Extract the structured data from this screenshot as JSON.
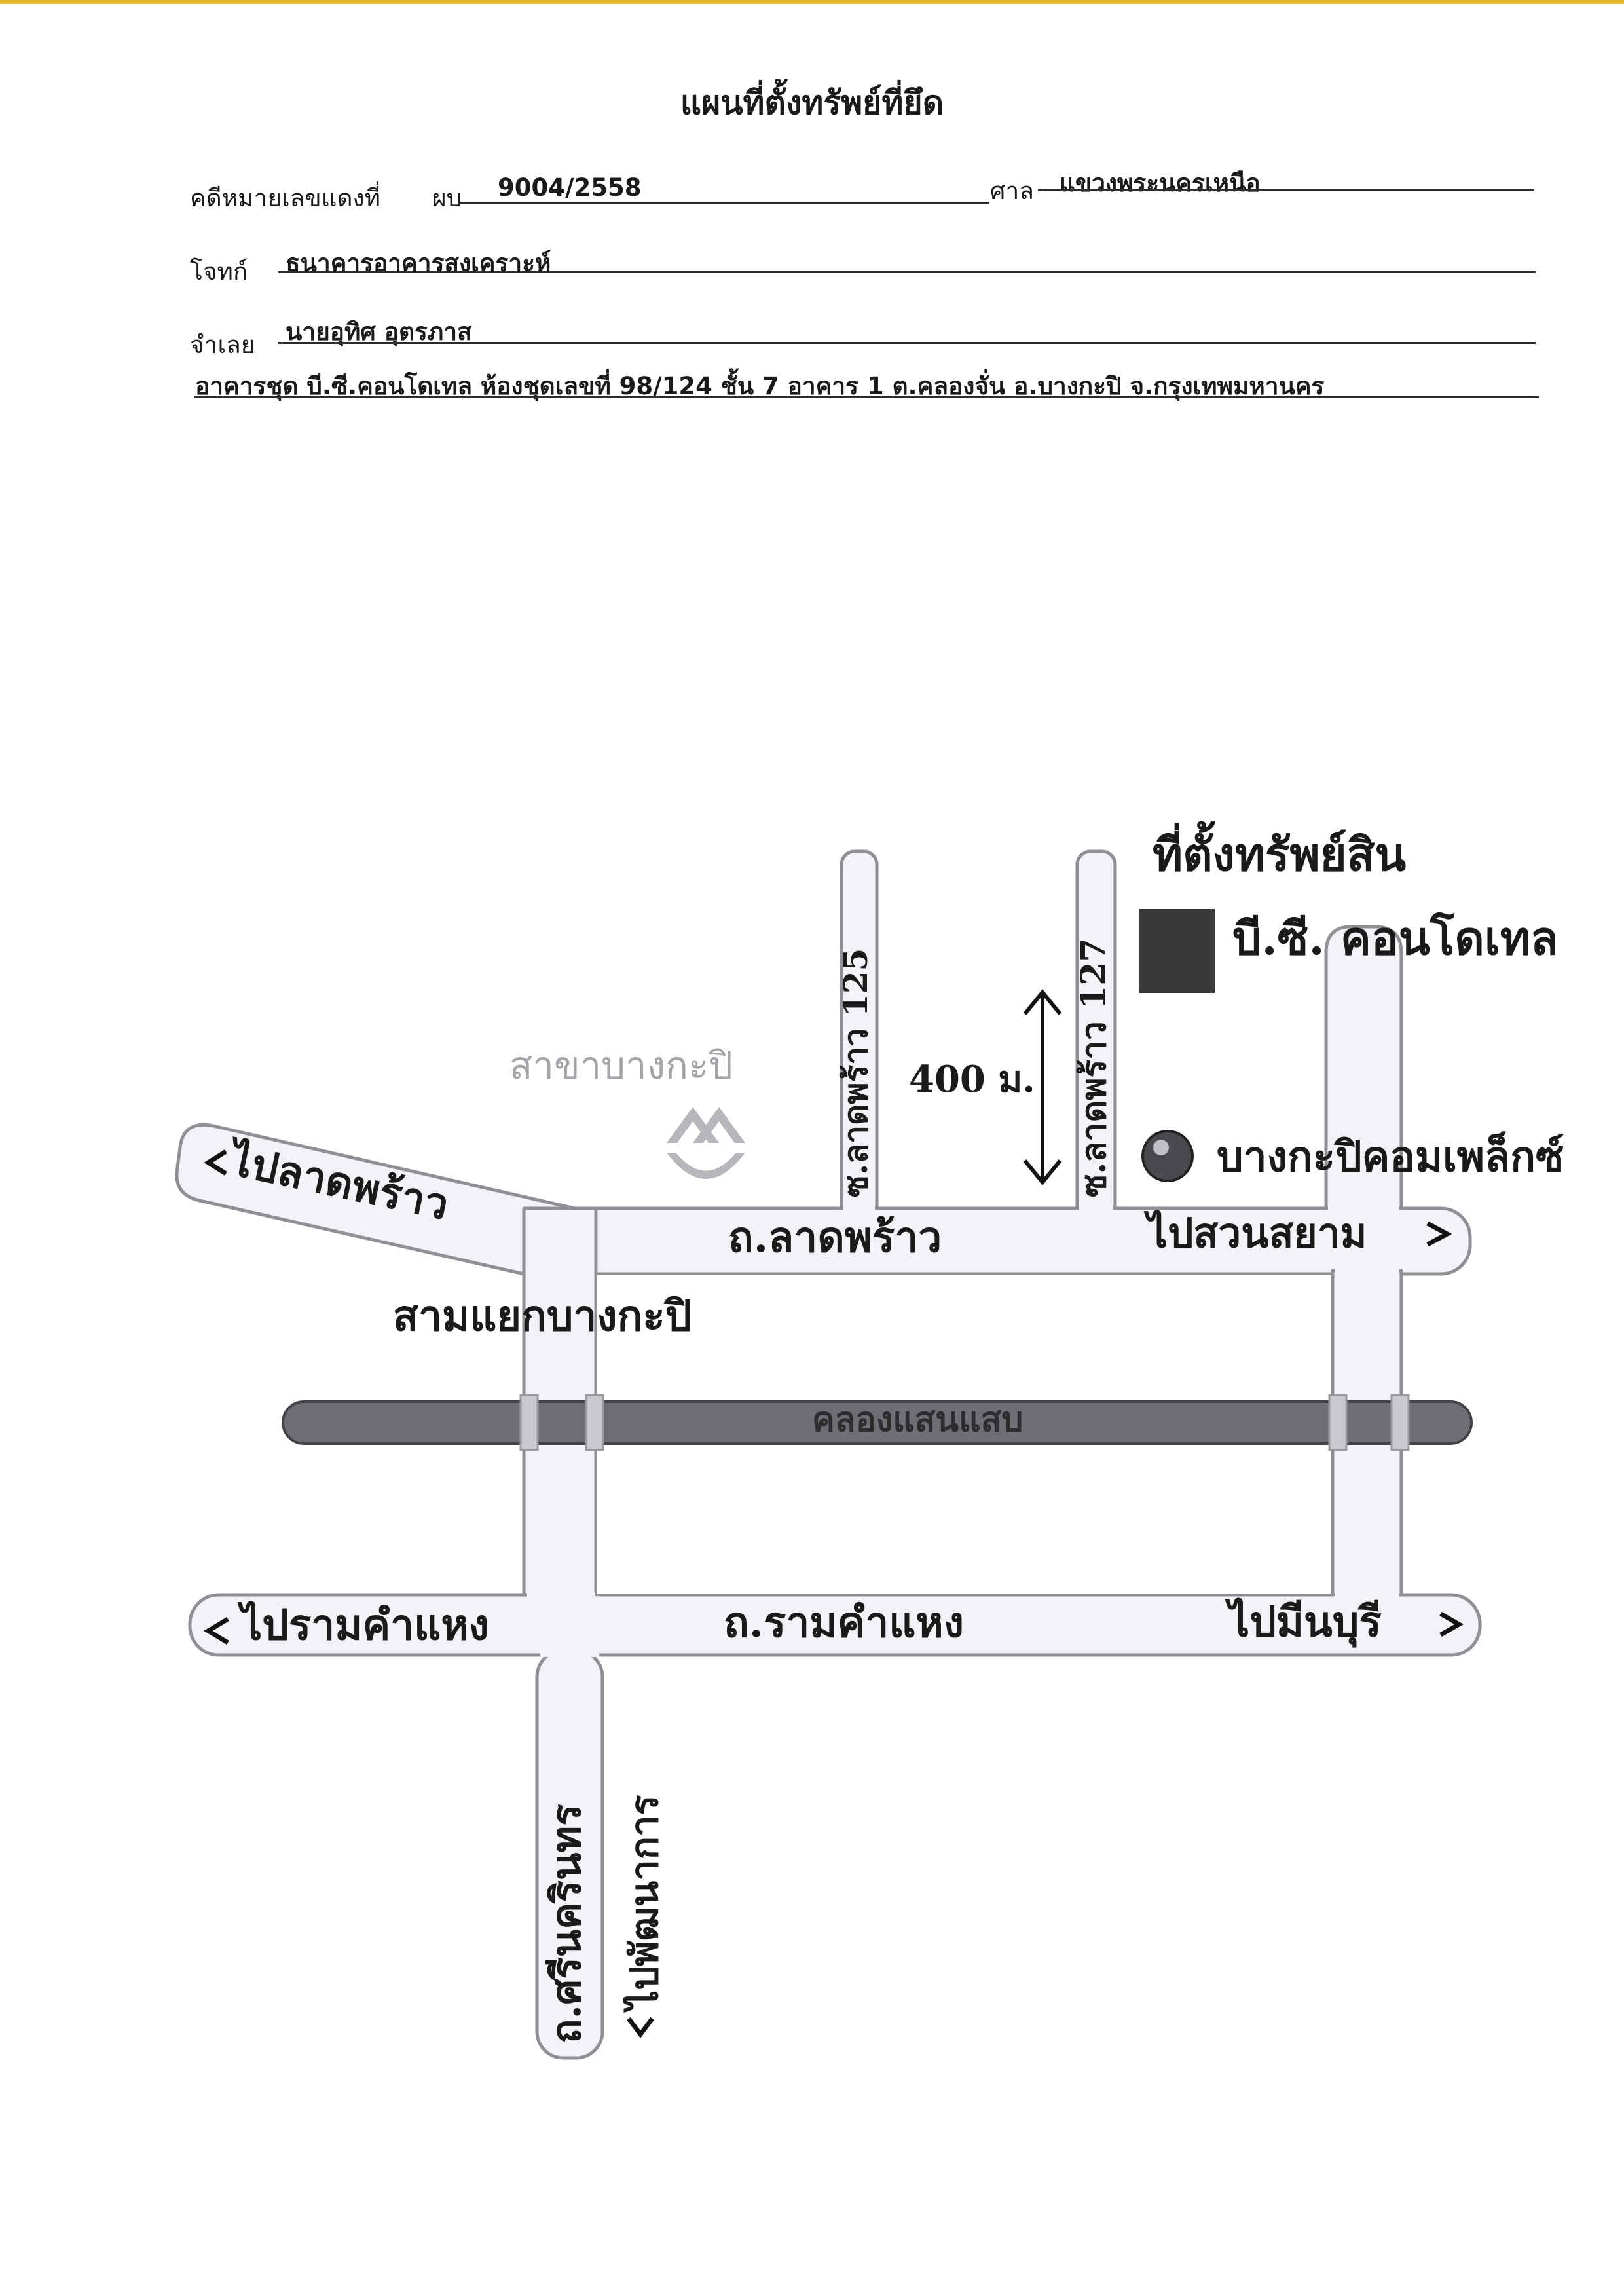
{
  "form": {
    "title": "แผนที่ตั้งทรัพย์ที่ยึด",
    "case_label": "คดีหมายเลขแดงที่",
    "case_prefix": "ผบ",
    "case_number": "9004/2558",
    "court_label": "ศาล",
    "court_value": "แขวงพระนครเหนือ",
    "plaintiff_label": "โจทก์",
    "plaintiff_value": "ธนาคารอาคารสงเคราะห์",
    "defendant_label": "จำเลย",
    "defendant_value": "นายอุทิศ  อุตรภาส",
    "address": "อาคารชุด บี.ซี.คอนโดเทล ห้องชุดเลขที่ 98/124 ชั้น 7 อาคาร 1 ต.คลองจั่น อ.บางกะปิ จ.กรุงเทพมหานคร"
  },
  "map": {
    "property_heading": "ที่ตั้งทรัพย์สิน",
    "property_name": "บี.ซี. คอนโดเทล",
    "soi_125": "ซ.ลาดพร้าว 125",
    "soi_127": "ซ.ลาดพร้าว 127",
    "distance": "400 ม.",
    "branch": "สาขาบางกะปิ",
    "landmark": "บางกะปิคอมเพล็กซ์",
    "to_ladprao": "ไปลาดพร้าว",
    "road_ladprao": "ถ.ลาดพร้าว",
    "to_suan_siam": "ไปสวนสยาม",
    "junction": "สามแยกบางกะปิ",
    "canal": "คลองแสนแสบ",
    "to_ramkhamhaeng": "ไปรามคำแหง",
    "road_ramkhamhaeng": "ถ.รามคำแหง",
    "to_minburi": "ไปมีนบุรี",
    "road_srinakarin": "ถ.ศรีนครินทร",
    "to_phatthanakan": "ไปพัฒนาการ",
    "colors": {
      "road_fill": "#f1f3f6",
      "road_edge": "#8f8f95",
      "canal_fill": "#6f6f73",
      "building": "#3a3a3d",
      "branch_text": "#a4a4a8"
    }
  }
}
